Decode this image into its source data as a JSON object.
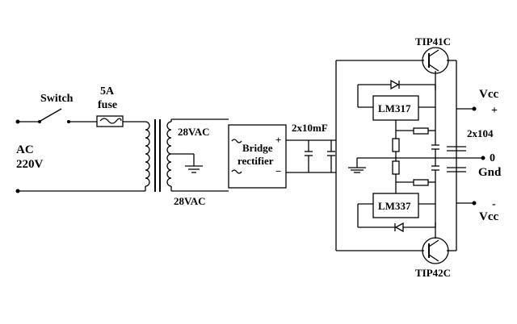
{
  "labels": {
    "switch": "Switch",
    "fuse_rating": "5A",
    "fuse": "fuse",
    "ac": "AC",
    "mains_voltage": "220V",
    "secondary_top": "28VAC",
    "secondary_bottom": "28VAC",
    "bridge_line1": "Bridge",
    "bridge_line2": "rectifier",
    "bridge_plus": "+",
    "bridge_minus": "−",
    "filter_caps": "2x10mF",
    "reg_positive": "LM317",
    "reg_negative": "LM337",
    "transistor_top": "TIP41C",
    "transistor_bottom": "TIP42C",
    "output_caps": "2x104",
    "vcc_top": "Vcc",
    "vcc_top_sign": "+",
    "zero": "0",
    "gnd": "Gnd",
    "vcc_bottom": "Vcc",
    "vcc_bottom_sign": "-"
  }
}
